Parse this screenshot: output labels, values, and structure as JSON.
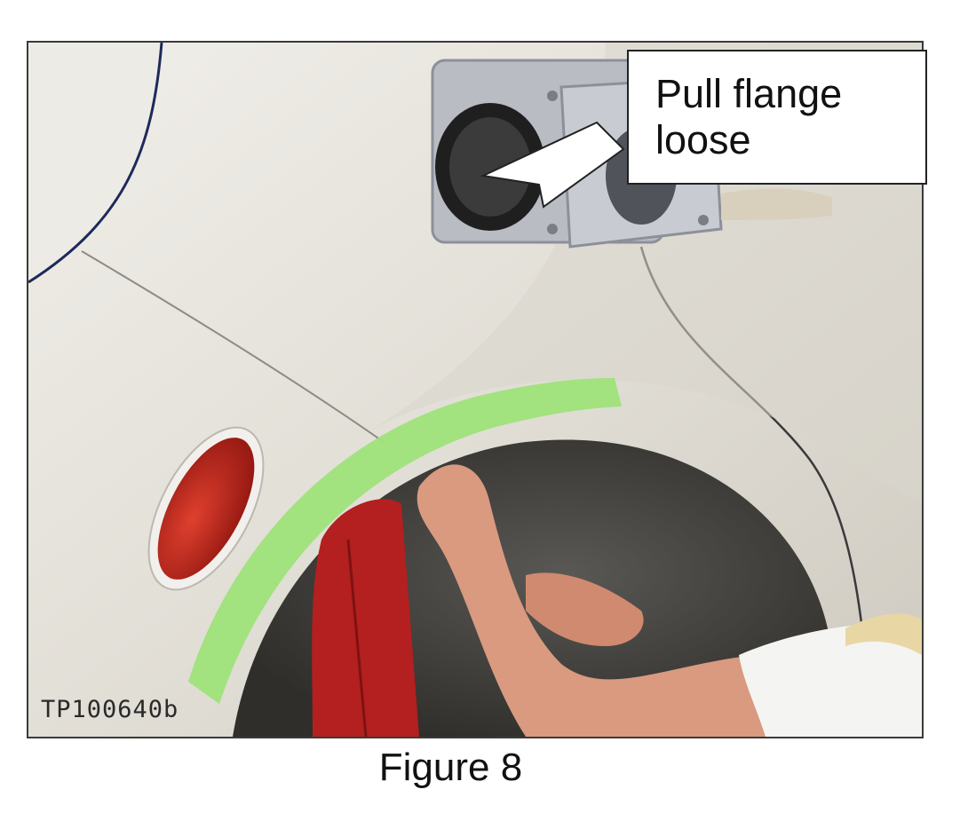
{
  "callout": {
    "line1": "Pull flange",
    "line2": "loose"
  },
  "photo": {
    "id_label": "TP100640b",
    "description_icon": "vehicle-rear-fender-photo-icon"
  },
  "caption": "Figure 8",
  "colors": {
    "body_paint": "#e6e3dc",
    "masking_tape": "#9ee27a",
    "reflector": "#c8261c",
    "rag": "#b3201f",
    "arm": "#d99a80"
  }
}
